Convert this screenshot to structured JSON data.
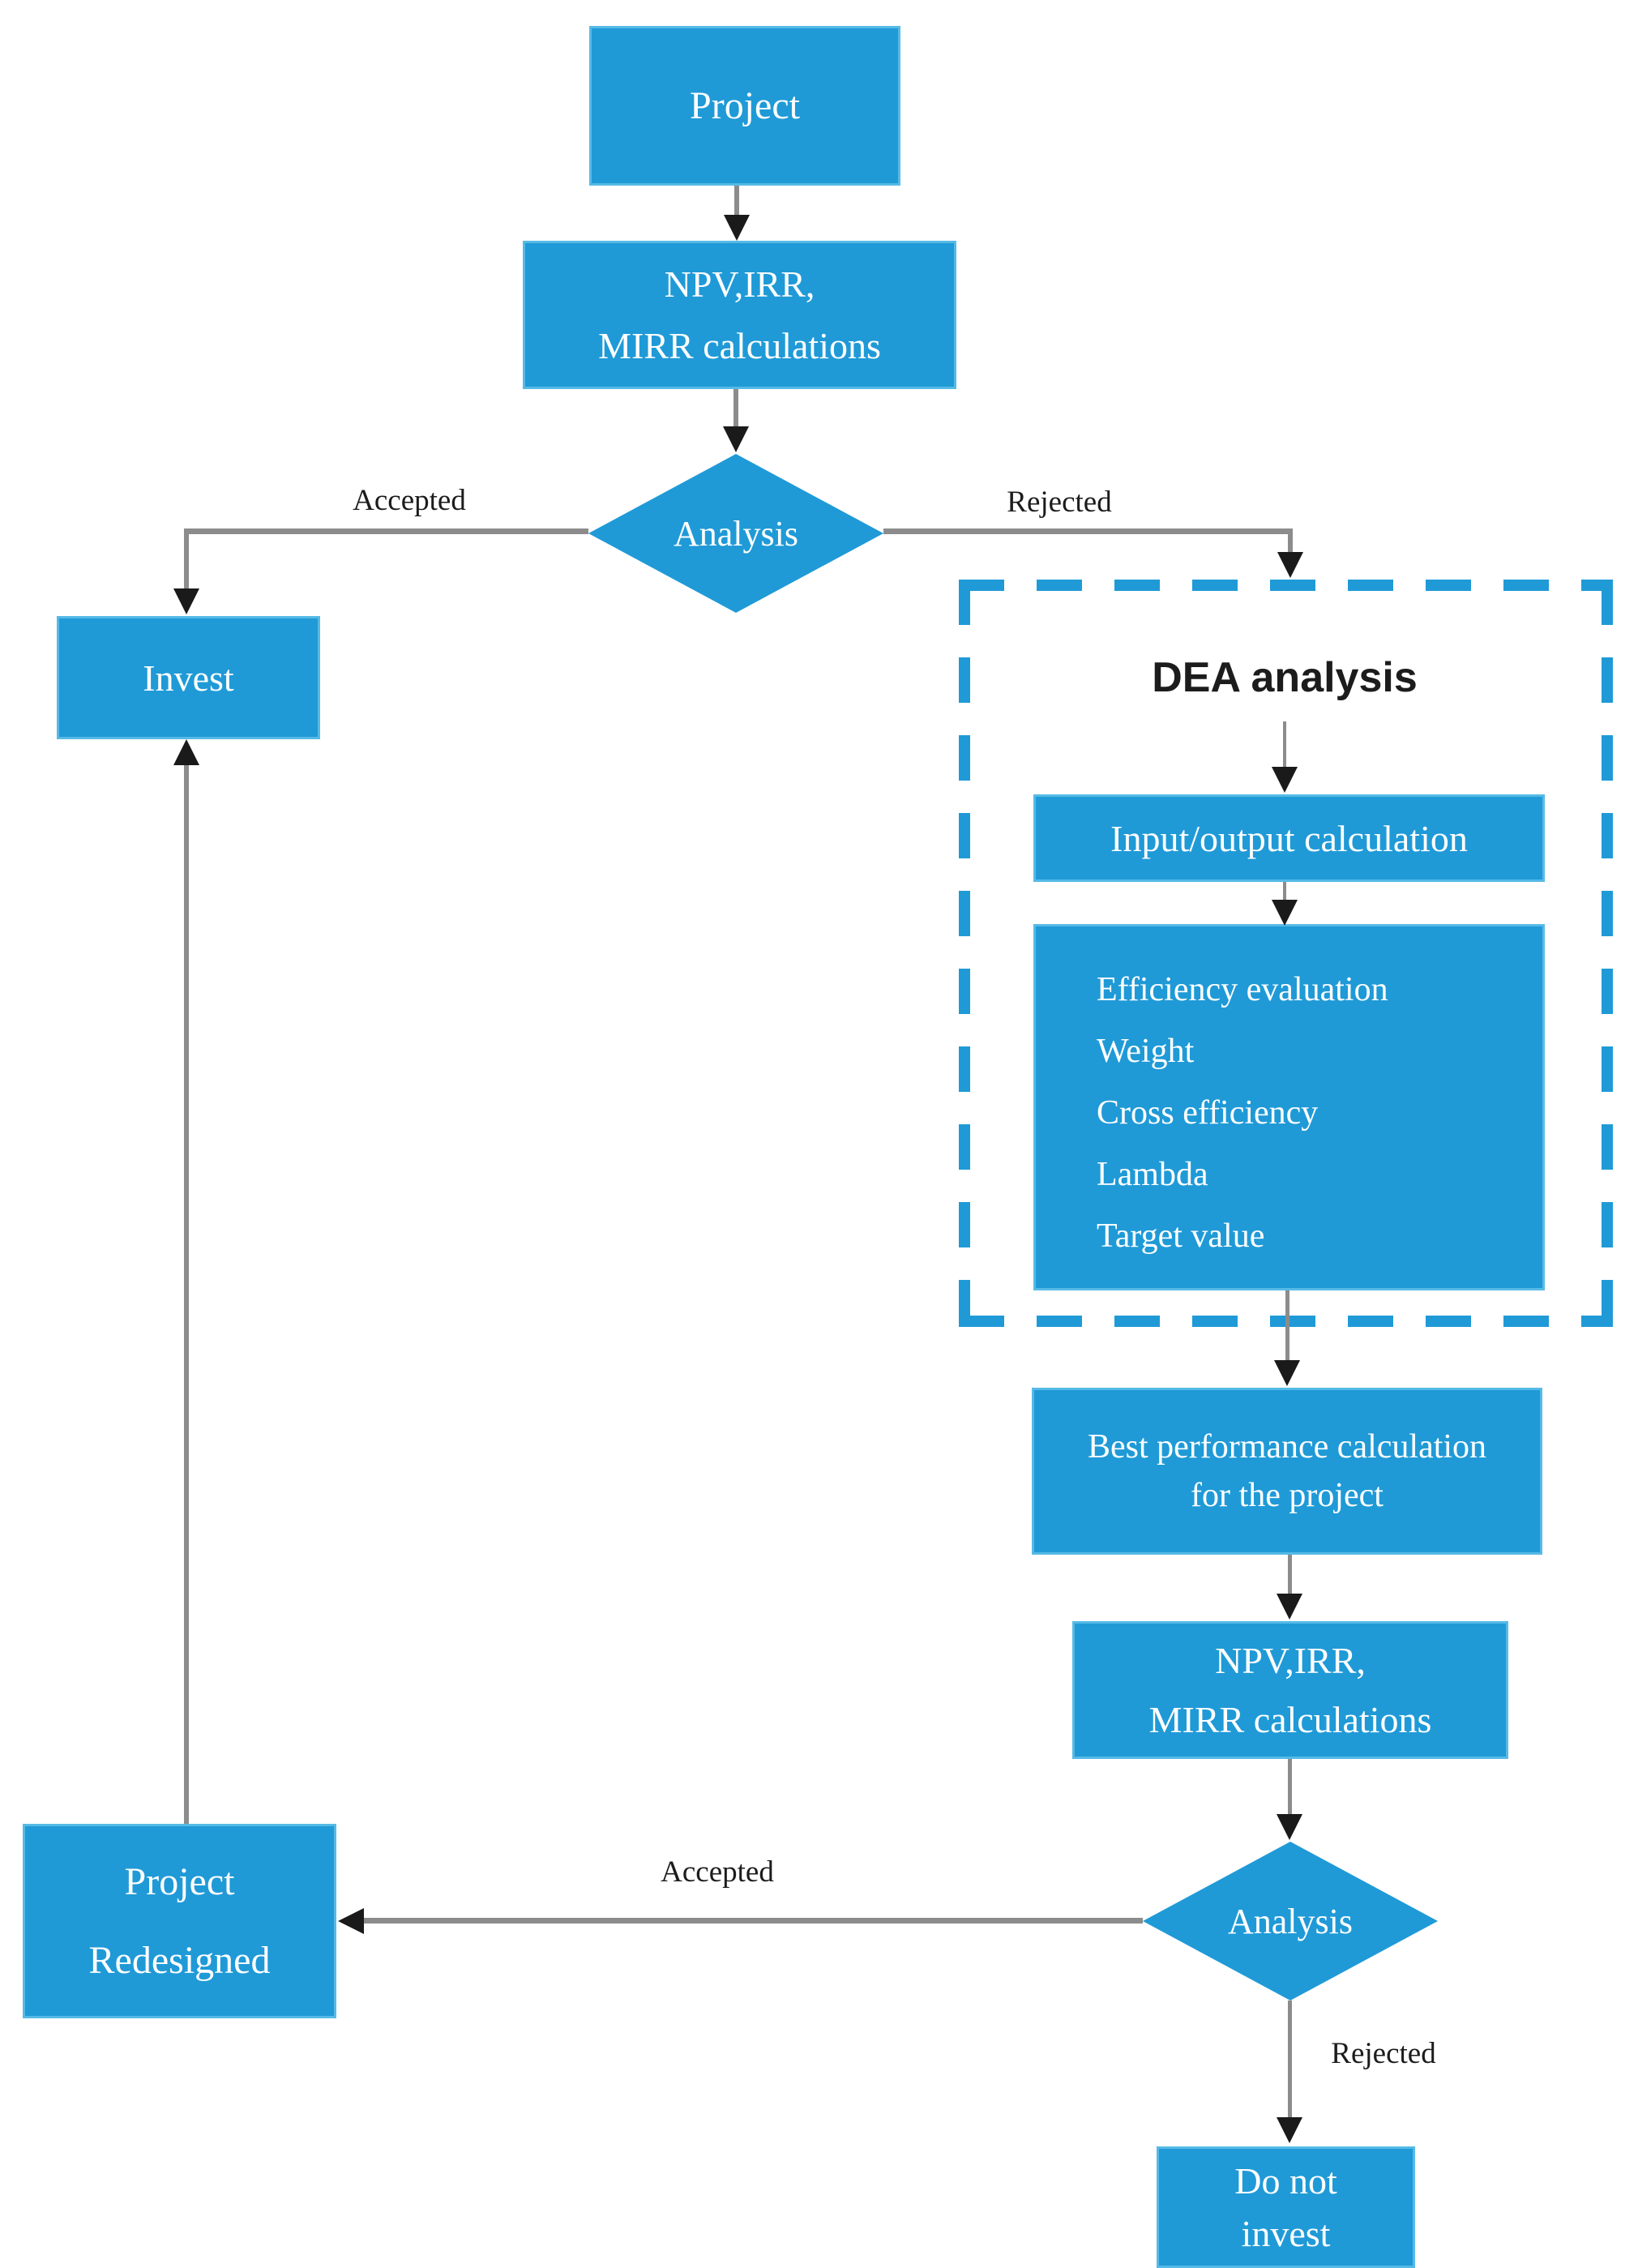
{
  "colors": {
    "box_blue": "#1f9ad7",
    "box_border": "#56bae6",
    "dash_blue": "#1f9ad7",
    "line_gray": "#8c8c8c",
    "arrow_black": "#1a1a1a",
    "text_white": "#ffffff",
    "text_black": "#1c1c1c"
  },
  "nodes": {
    "project": {
      "label": "Project"
    },
    "npv1": {
      "line1": "NPV,IRR,",
      "line2": "MIRR calculations"
    },
    "analysis1": {
      "label": "Analysis"
    },
    "invest": {
      "label": "Invest"
    },
    "dea": {
      "label": "DEA analysis"
    },
    "input_output": {
      "label": "Input/output calculation"
    },
    "dea_outputs": {
      "items": [
        "Efficiency evaluation",
        "Weight",
        "Cross efficiency",
        "Lambda",
        "Target value"
      ]
    },
    "best_performance": {
      "line1": "Best performance calculation",
      "line2": "for the project"
    },
    "npv2": {
      "line1": "NPV,IRR,",
      "line2": "MIRR calculations"
    },
    "analysis2": {
      "label": "Analysis"
    },
    "project_redesigned": {
      "line1": "Project",
      "line2": "Redesigned"
    },
    "do_not_invest": {
      "line1": "Do not",
      "line2": "invest"
    }
  },
  "edges": {
    "accepted1": "Accepted",
    "rejected1": "Rejected",
    "accepted2": "Accepted",
    "rejected2": "Rejected"
  }
}
